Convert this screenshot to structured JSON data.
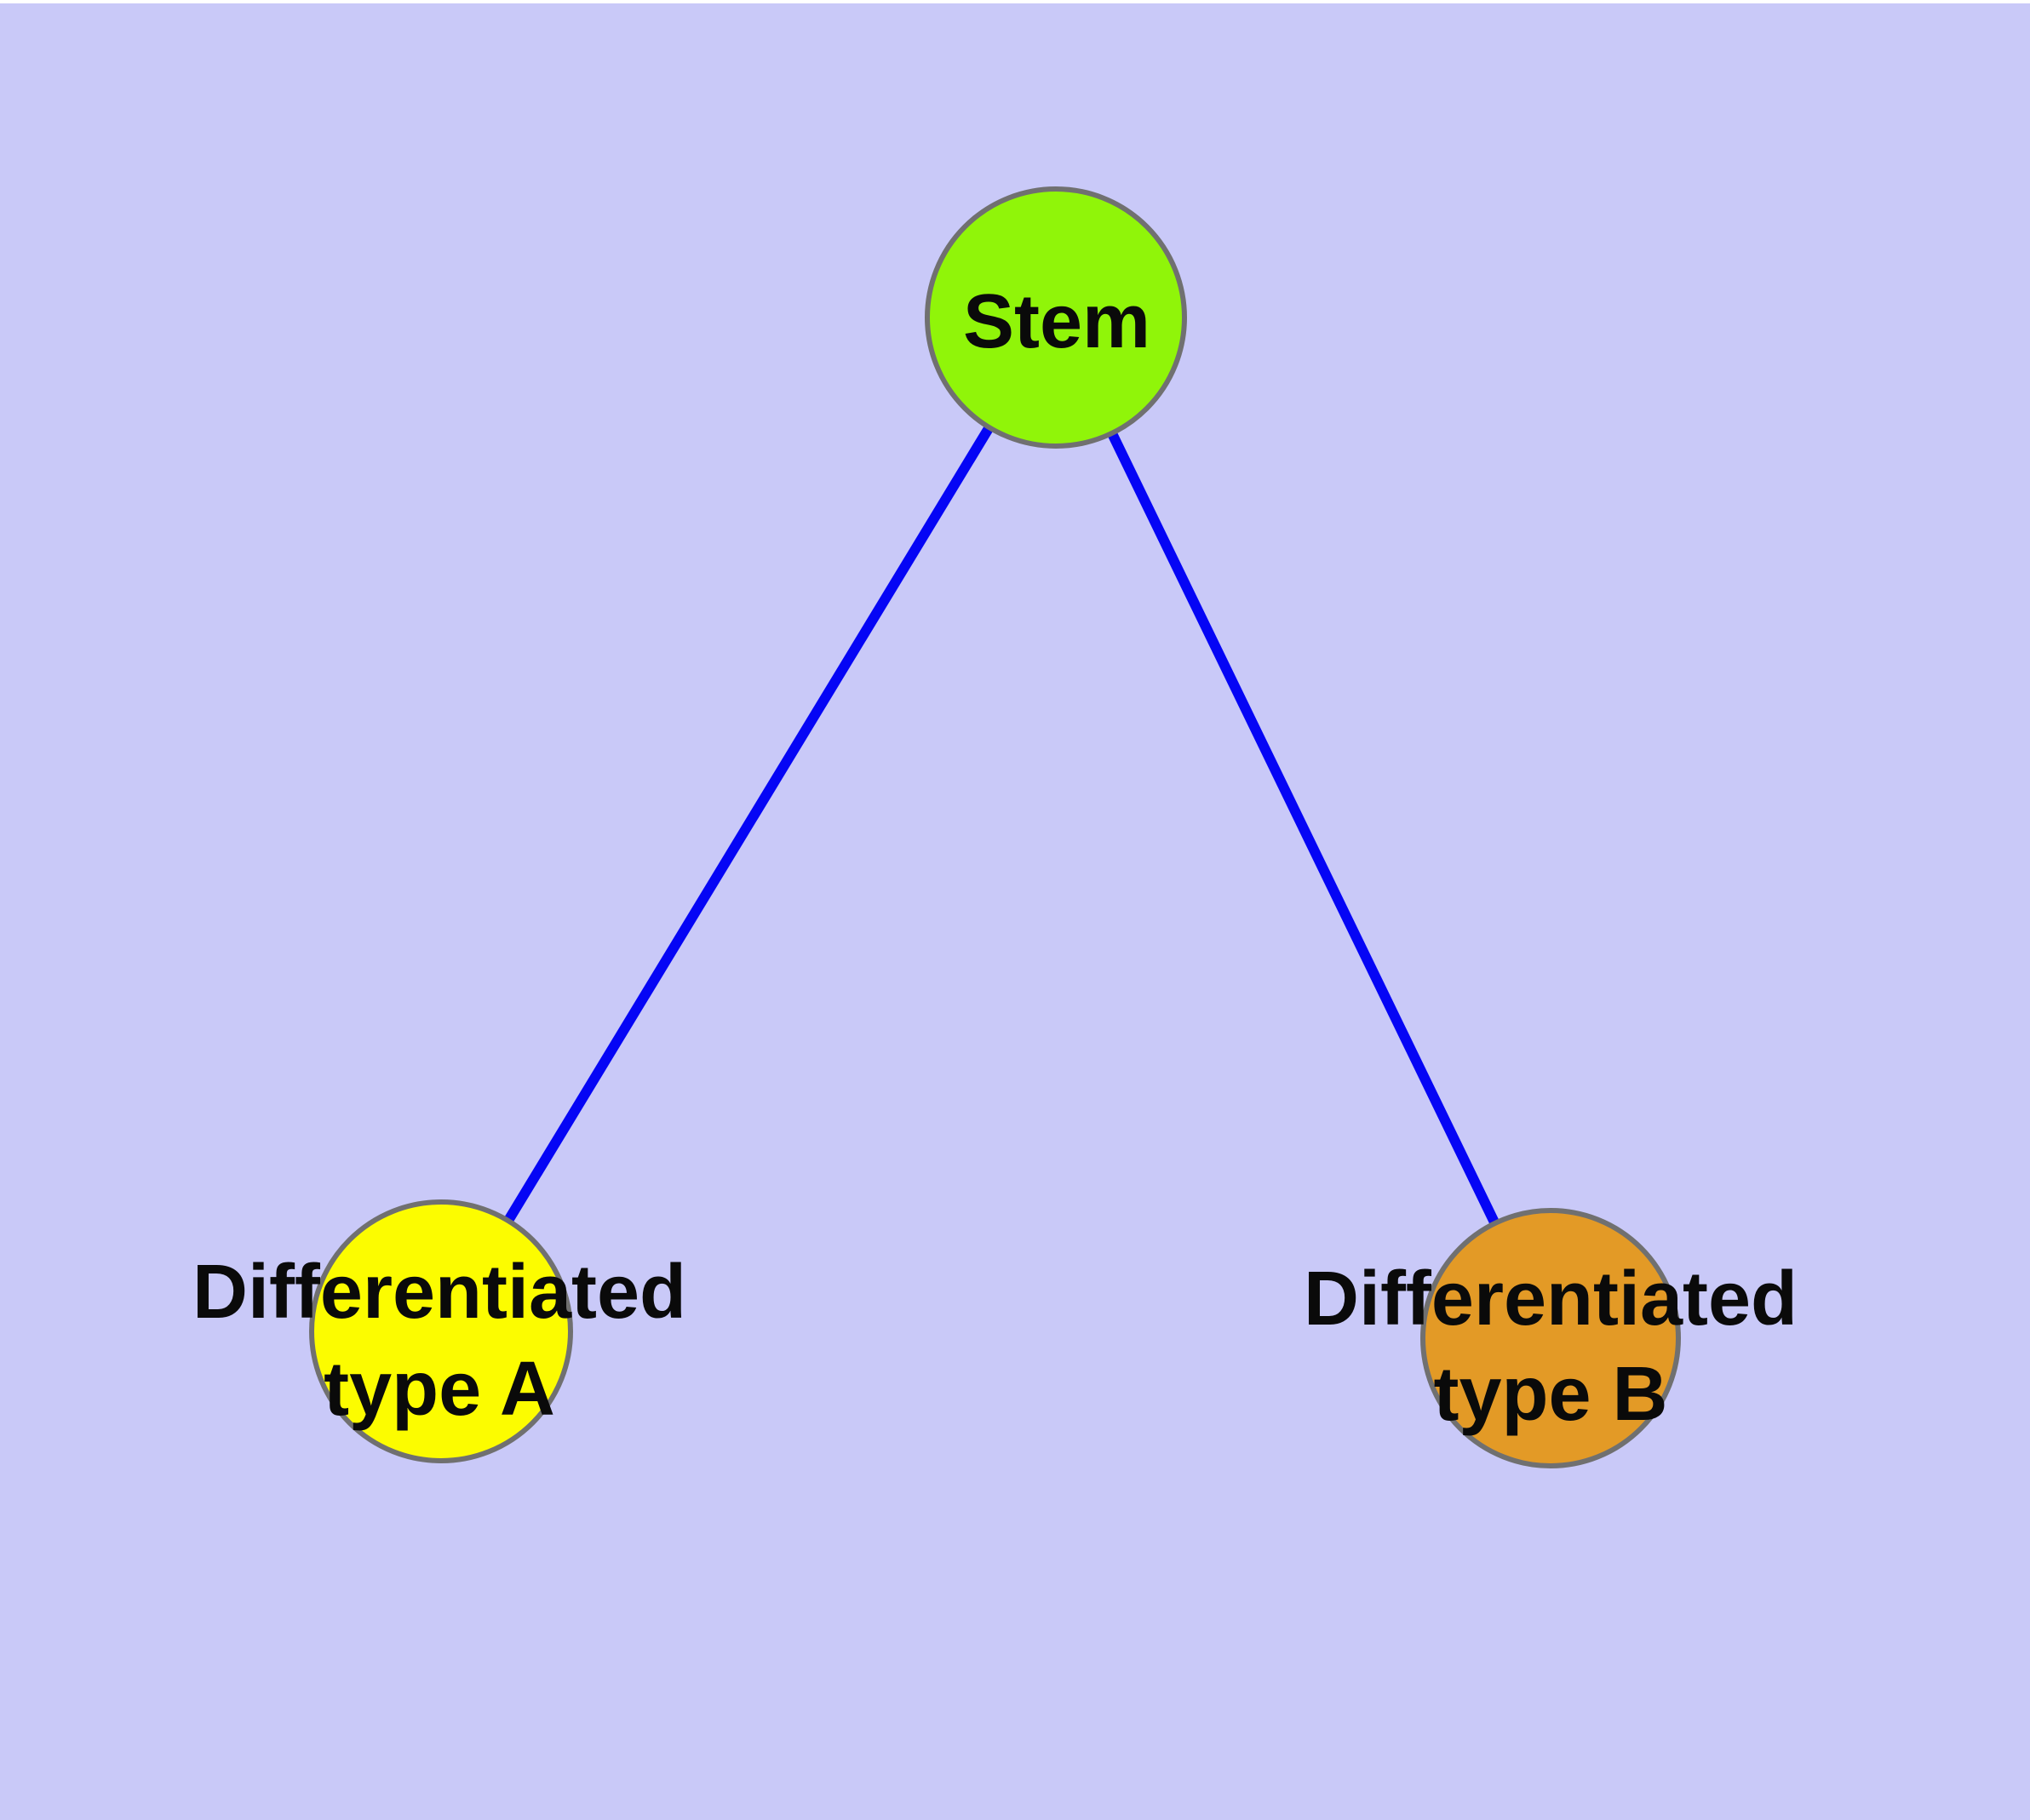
{
  "diagram": {
    "type": "node-link-graph",
    "background_color": "#C9C9F8",
    "top_margin_color": "#FFFFFF",
    "edge_color": "#0505F5",
    "node_border_color": "#707070",
    "label_color": "#0a0a0a",
    "nodes": {
      "stem": {
        "label": "Stem",
        "fill": "#90F509"
      },
      "type_a": {
        "label_line1": "Differentiated",
        "label_line2": "type A",
        "label_full": "Differentiated type A",
        "fill": "#FCFC00"
      },
      "type_b": {
        "label_line1": "Differentiated",
        "label_line2": "type B",
        "label_full": "Differentiated type B",
        "fill": "#E39A26"
      }
    },
    "edges": [
      {
        "from": "Stem",
        "to": "Differentiated type A"
      },
      {
        "from": "Stem",
        "to": "Differentiated type B"
      }
    ]
  }
}
